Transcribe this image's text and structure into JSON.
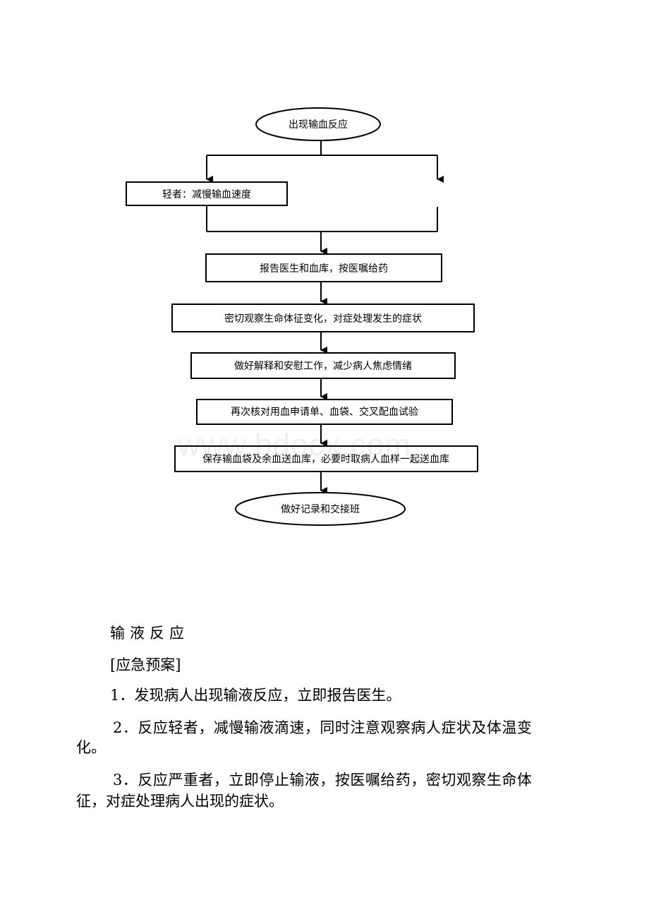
{
  "flowchart": {
    "start": "出现输血反应",
    "branch_left": "轻者：减慢输血速度",
    "steps": [
      "报告医生和血库，按医嘱给药",
      "密切观察生命体征变化，对症处理发生的症状",
      "做好解释和安慰工作，减少病人焦虑情绪",
      "再次核对用血申请单、血袋、交叉配血试验",
      "保存输血袋及余血送血库，必要时取病人血样一起送血库"
    ],
    "end": "做好记录和交接班"
  },
  "watermark": "www.bdocx.com",
  "document": {
    "section_title": "输液反应",
    "subtitle": "[应急预案]",
    "items": [
      {
        "number": "1．",
        "text": "发现病人出现输液反应，立即报告医生。"
      },
      {
        "number": "2．",
        "text_line1": "反应轻者，减慢输液滴速，同时注意观察病人症状及体温变",
        "text_line2": "化。"
      },
      {
        "number": "3．",
        "text_line1": "反应严重者，立即停止输液，按医嘱给药，密切观察生命体",
        "text_line2": "征，对症处理病人出现的症状。"
      }
    ]
  }
}
